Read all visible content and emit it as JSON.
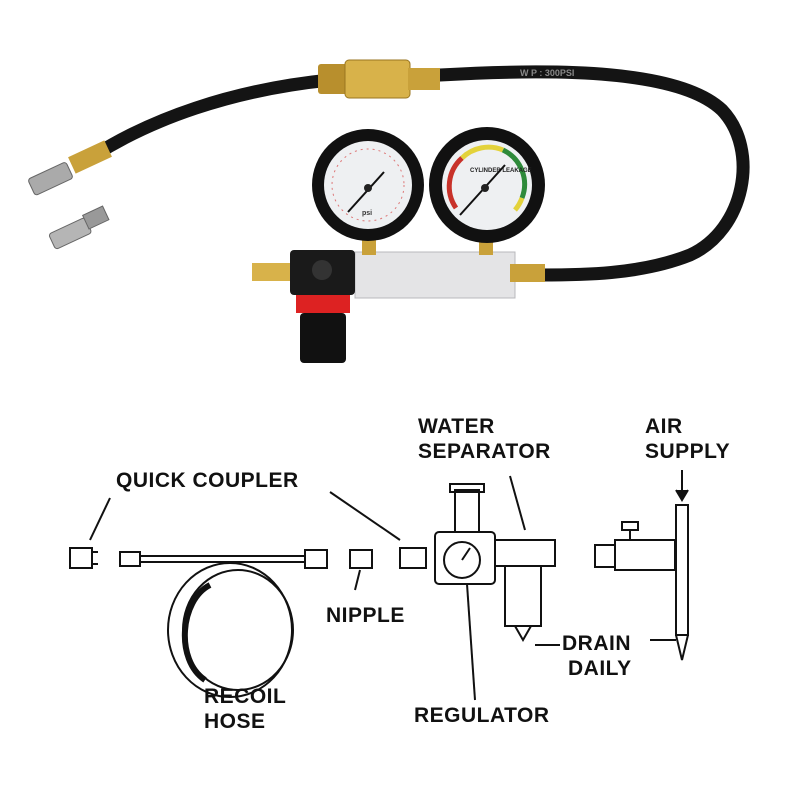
{
  "product": {
    "hose_print": "W P : 300PSI",
    "leak_gauge_label": "CYLINDER LEAKAGE",
    "pressure_gauge_unit": "psi"
  },
  "diagram": {
    "labels": {
      "quick_coupler": "QUICK COUPLER",
      "water_separator_line1": "WATER",
      "water_separator_line2": "SEPARATOR",
      "air_supply_line1": "AIR",
      "air_supply_line2": "SUPPLY",
      "nipple": "NIPPLE",
      "drain_daily_line1": "DRAIN",
      "drain_daily_line2": "DAILY",
      "recoil_hose_line1": "RECOIL",
      "recoil_hose_line2": "HOSE",
      "regulator": "REGULATOR"
    }
  },
  "colors": {
    "hose": "#141414",
    "brass": "#c9a13a",
    "gauge_red": "#c8322a",
    "gauge_yellow": "#e3d23a",
    "gauge_green": "#2e8a3a",
    "block": "#e4e4e6"
  }
}
